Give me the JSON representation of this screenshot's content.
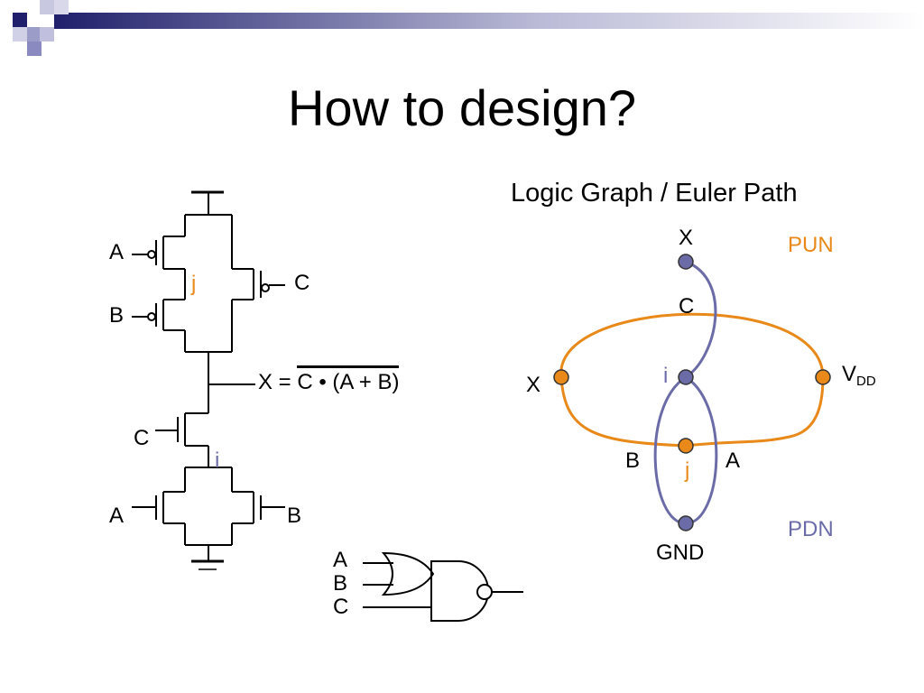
{
  "title": "How to design?",
  "colors": {
    "pun": "#e8891a",
    "pdn": "#6b6ba8",
    "banner": "#1f1f6b"
  },
  "circuit": {
    "input_a_top": "A",
    "input_b_top": "B",
    "input_c_top": "C",
    "node_j": "j",
    "equation_prefix": "X = ",
    "equation_overlined": "C • (A + B)",
    "input_c_bottom": "C",
    "node_i": "i",
    "input_a_bottom": "A",
    "input_b_bottom": "B"
  },
  "gate": {
    "input_a": "A",
    "input_b": "B",
    "input_c": "C"
  },
  "graph": {
    "title": "Logic Graph / Euler Path",
    "pun": "PUN",
    "pdn": "PDN",
    "x_top": "X",
    "c_label": "C",
    "x_left": "X",
    "i_label": "i",
    "vdd_main": "V",
    "vdd_sub": "DD",
    "b_label": "B",
    "j_label": "j",
    "a_label": "A",
    "gnd": "GND"
  }
}
